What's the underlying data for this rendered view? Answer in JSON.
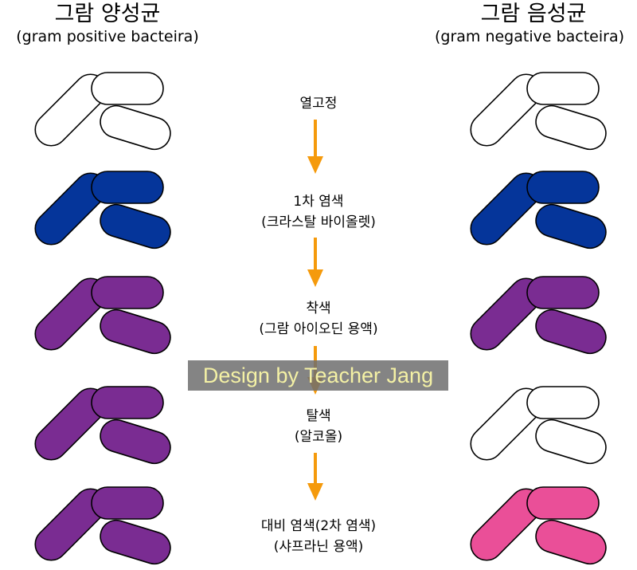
{
  "left_column": {
    "title": "그람 양성균",
    "subtitle": "(gram positive bacteira)"
  },
  "right_column": {
    "title": "그람 음성균",
    "subtitle": "(gram negative bacteira)"
  },
  "steps": [
    {
      "line1": "열고정",
      "line2": ""
    },
    {
      "line1": "1차 염색",
      "line2": "(크라스탈 바이올렛)"
    },
    {
      "line1": "착색",
      "line2": "(그람 아이오딘 용액)"
    },
    {
      "line1": "탈색",
      "line2": "(알코올)"
    },
    {
      "line1": "대비 염색(2차 염색)",
      "line2": "(샤프라닌 용액)"
    }
  ],
  "watermark": "Design by Teacher Jang",
  "colors": {
    "unstained": "#ffffff",
    "crystal_violet": "#05359a",
    "purple": "#7a2c92",
    "safranin_pink": "#ea4f98",
    "arrow": "#f59a0c"
  },
  "cell_states": {
    "positive": [
      "unstained",
      "crystal_violet",
      "purple",
      "purple",
      "purple"
    ],
    "negative": [
      "unstained",
      "crystal_violet",
      "purple",
      "unstained",
      "safranin_pink"
    ]
  }
}
